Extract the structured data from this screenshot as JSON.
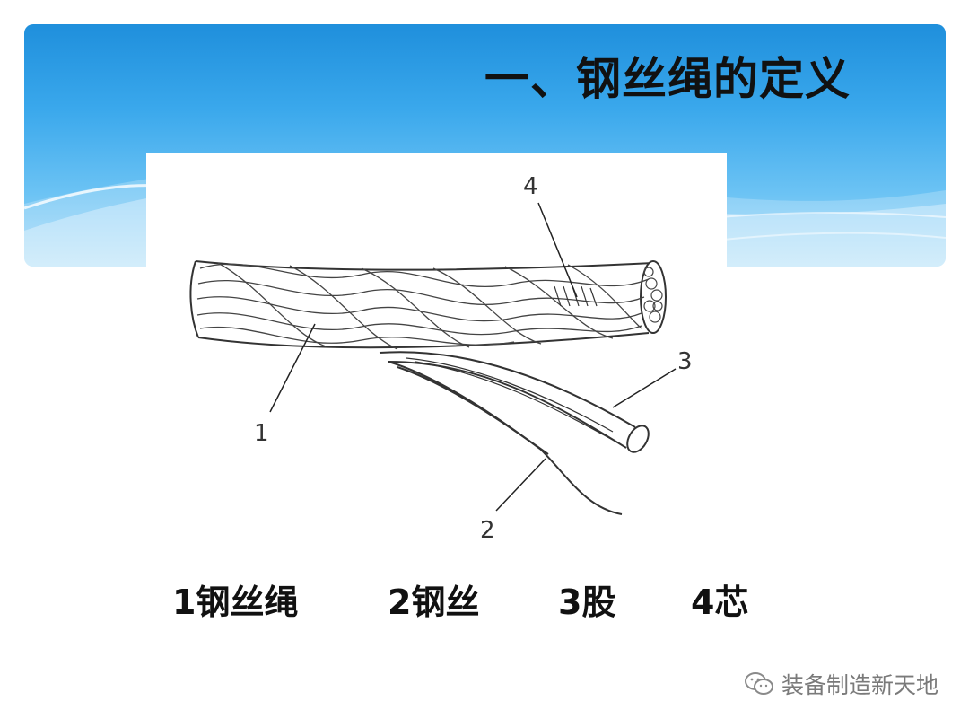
{
  "slide": {
    "title": "一、钢丝绳的定义"
  },
  "figure": {
    "callouts": [
      {
        "number": "1"
      },
      {
        "number": "2"
      },
      {
        "number": "3"
      },
      {
        "number": "4"
      }
    ]
  },
  "legend": [
    {
      "text": "1钢丝绳"
    },
    {
      "text": "2钢丝"
    },
    {
      "text": "3股"
    },
    {
      "text": "4芯"
    }
  ],
  "watermark": {
    "text": "装备制造新天地",
    "icon": "wechat-icon"
  },
  "colors": {
    "banner_dark": "#1f8fdc",
    "banner_light": "#a9dcf8",
    "text": "#111111",
    "watermark": "#7a7a7a"
  }
}
